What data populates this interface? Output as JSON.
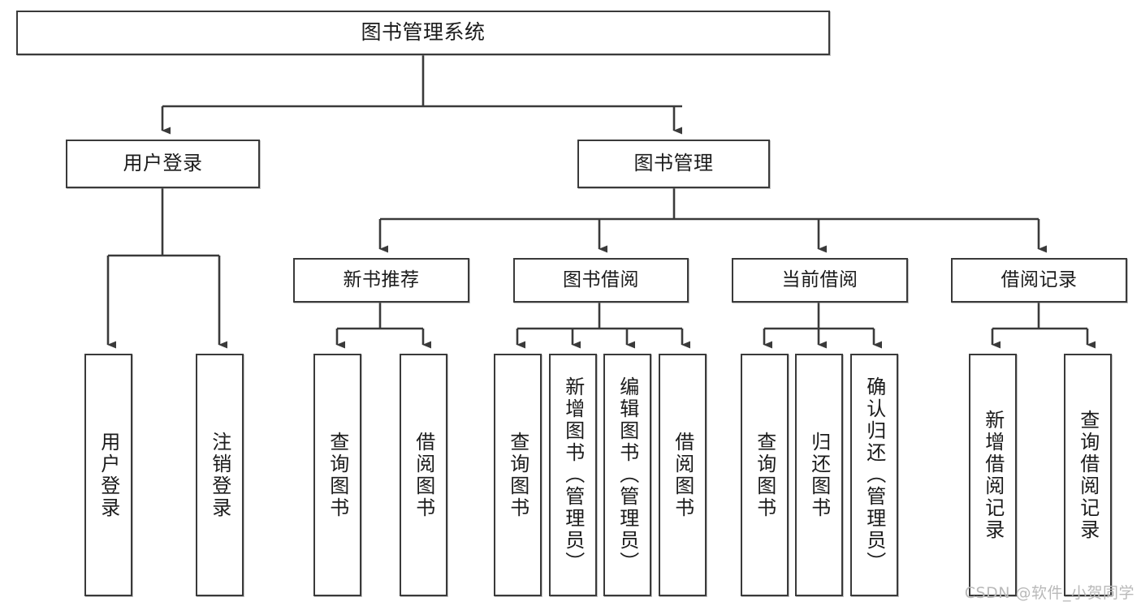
{
  "diagram": {
    "title": "图书管理系统",
    "watermark": "CSDN @软件_小贺同学",
    "style": {
      "background": "#ffffff",
      "node_fill": "#ffffff",
      "node_stroke": "#3a3a3a",
      "edge_stroke": "#3a3a3a",
      "text_color": "#1b1b1b",
      "watermark_color": "#b9b9b9"
    },
    "root": {
      "label": "图书管理系统"
    },
    "level2": [
      {
        "label": "用户登录"
      },
      {
        "label": "图书管理"
      }
    ],
    "level3": [
      {
        "label": "新书推荐"
      },
      {
        "label": "图书借阅"
      },
      {
        "label": "当前借阅"
      },
      {
        "label": "借阅记录"
      }
    ],
    "leaves": {
      "user_login": [
        {
          "label": "用户登录"
        },
        {
          "label": "注销登录"
        }
      ],
      "new_book": [
        {
          "label": "查询图书"
        },
        {
          "label": "借阅图书"
        }
      ],
      "book_borrow": [
        {
          "label": "查询图书"
        },
        {
          "label": "新增图书（管理员）"
        },
        {
          "label": "编辑图书（管理员）"
        },
        {
          "label": "借阅图书"
        }
      ],
      "current_borrow": [
        {
          "label": "查询图书"
        },
        {
          "label": "归还图书"
        },
        {
          "label": "确认归还（管理员）"
        }
      ],
      "borrow_record": [
        {
          "label": "新增借阅记录"
        },
        {
          "label": "查询借阅记录"
        }
      ]
    }
  }
}
